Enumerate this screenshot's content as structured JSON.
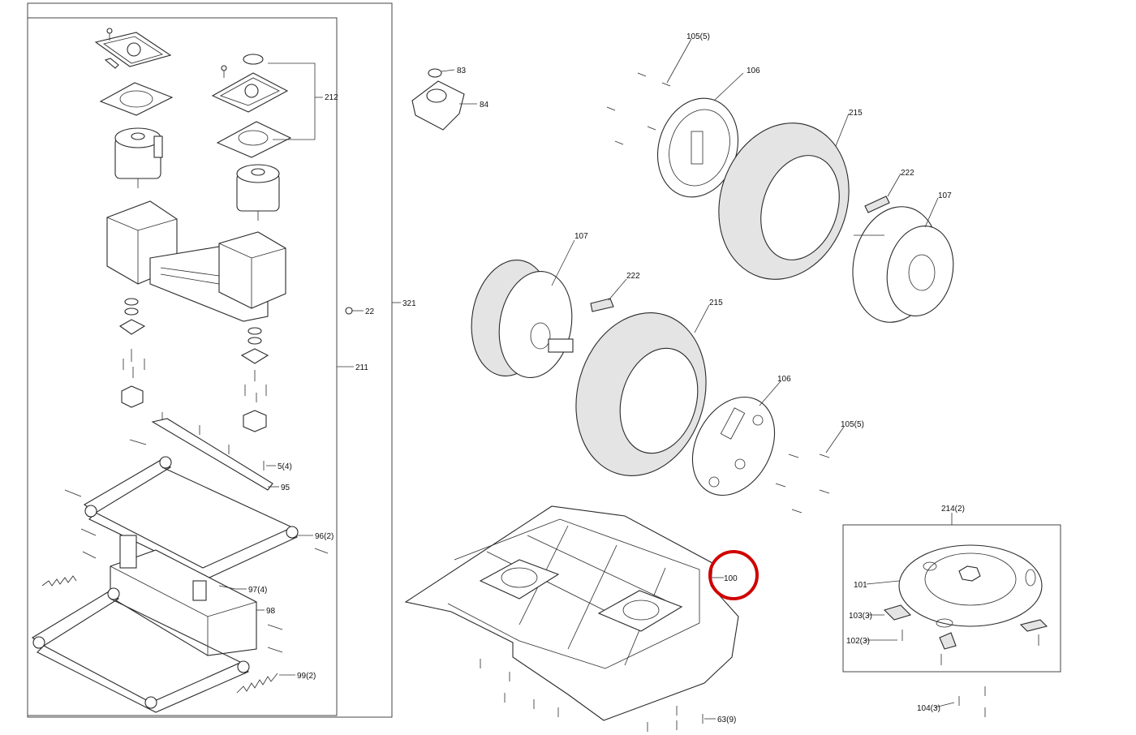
{
  "callouts": {
    "c83": "83",
    "c84": "84",
    "c105a": "105(5)",
    "c106a": "106",
    "c215a": "215",
    "c222a": "222",
    "c107a": "107",
    "c107b": "107",
    "c222b": "222",
    "c215b": "215",
    "c106b": "106",
    "c105b": "105(5)",
    "c212": "212",
    "c22": "22",
    "c321": "321",
    "c211": "211",
    "c5": "5(4)",
    "c95": "95",
    "c96": "96(2)",
    "c97": "97(4)",
    "c98": "98",
    "c99": "99(2)",
    "c100": "100",
    "c214": "214(2)",
    "c101": "101",
    "c103": "103(3)",
    "c102": "102(3)",
    "c104": "104(3)",
    "c63": "63(9)"
  },
  "colors": {
    "highlight": "#d00000",
    "line": "#2a2a2a",
    "shade": "#e4e4e4"
  }
}
